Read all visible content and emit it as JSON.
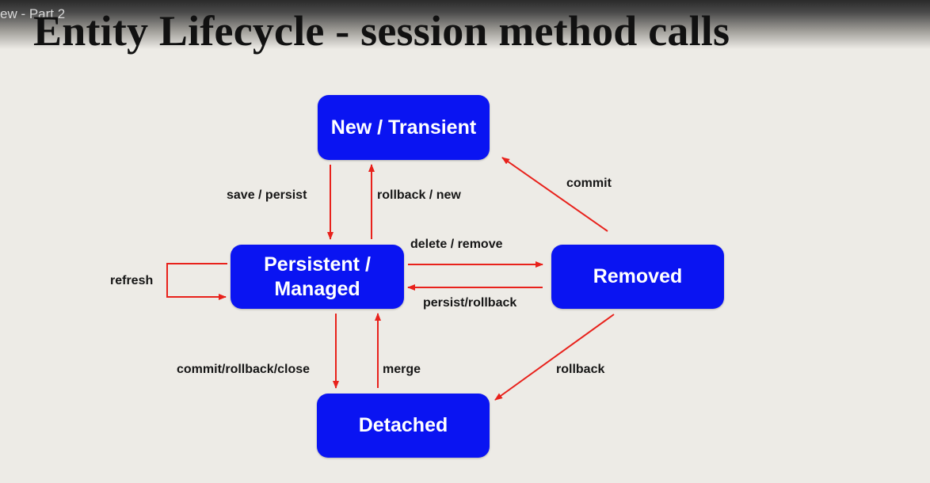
{
  "video": {
    "title": "ew - Part 2"
  },
  "slide": {
    "title": "Entity Lifecycle - session method calls"
  },
  "colors": {
    "node": "#0a14f2",
    "arrow": "#e8211b",
    "background": "#edebe6"
  },
  "nodes": {
    "new": {
      "label": "New / Transient"
    },
    "persistent": {
      "line1": "Persistent /",
      "line2": "Managed"
    },
    "removed": {
      "label": "Removed"
    },
    "detached": {
      "label": "Detached"
    }
  },
  "edges": {
    "save_persist": "save / persist",
    "rollback_new": "rollback / new",
    "commit": "commit",
    "delete_remove": "delete / remove",
    "persist_rollback": "persist/rollback",
    "refresh": "refresh",
    "commit_rollback_close": "commit/rollback/close",
    "merge": "merge",
    "rollback": "rollback"
  }
}
